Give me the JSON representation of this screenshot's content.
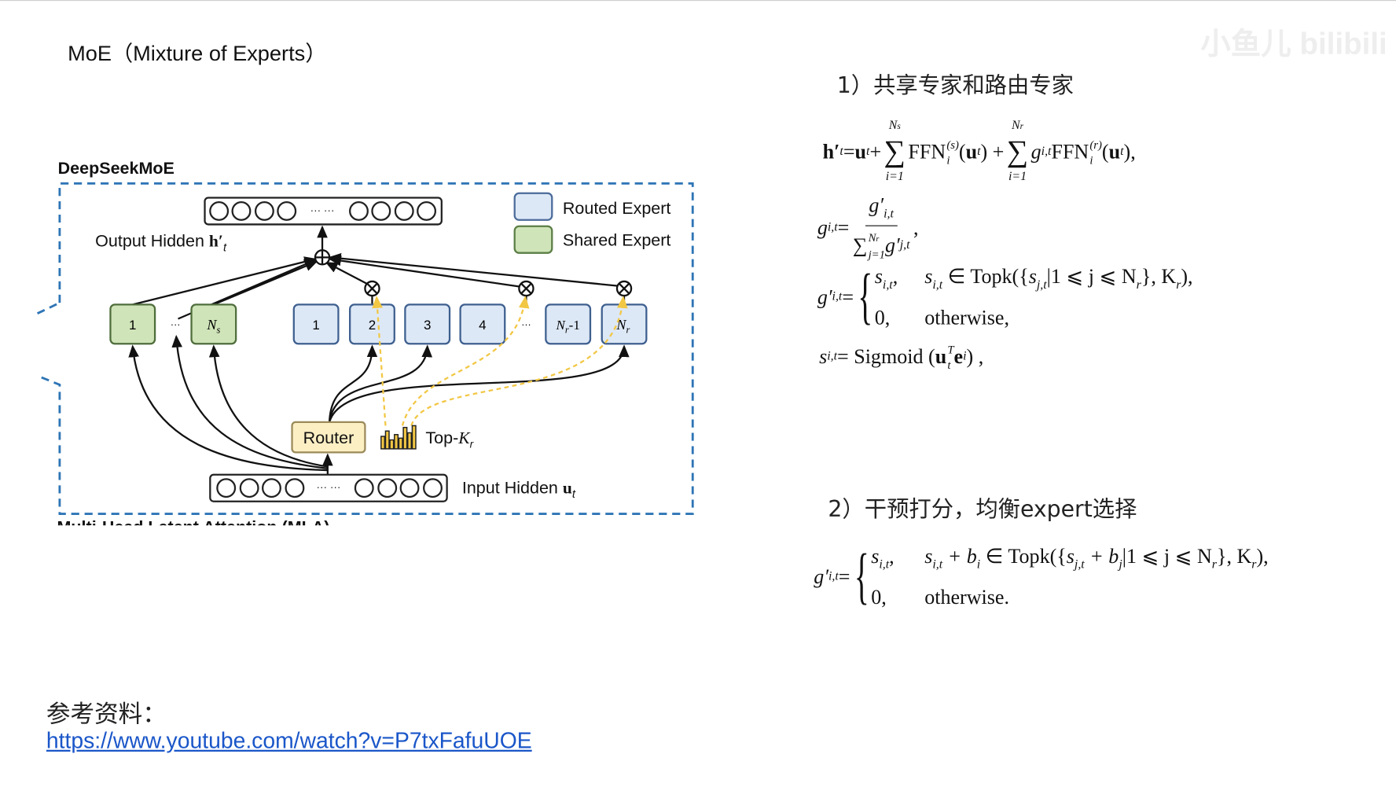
{
  "title": "MoE（Mixture of Experts）",
  "watermark": "小鱼儿 bilibili",
  "diagram": {
    "label": "DeepSeekMoE",
    "bottom_label": "Multi-Head Latent Attention (MLA)",
    "legend": {
      "routed": "Routed Expert",
      "shared": "Shared Expert"
    },
    "output_hidden": {
      "label": "Output Hidden ",
      "symbol": "h′",
      "sub": "t"
    },
    "input_hidden": {
      "label": "Input Hidden ",
      "symbol": "u",
      "sub": "t"
    },
    "dots": "··· ···",
    "ellipsis": "···",
    "shared_experts": [
      "1",
      "N"
    ],
    "shared_last_sub": "s",
    "routed_experts": [
      "1",
      "2",
      "3",
      "4"
    ],
    "routed_tail": {
      "n_minus_1": "N",
      "n_minus_1_sub": "r",
      "n_minus_1_suffix": "-1",
      "n": "N",
      "n_sub": "r"
    },
    "router": "Router",
    "topk": {
      "label": "Top-",
      "k": "K",
      "sub": "r"
    },
    "colors": {
      "routed_fill": "#dde8f6",
      "shared_fill": "#cfe4b8",
      "router_fill": "#fcefc4",
      "border_dash": "#2e75b6",
      "gate_dash": "#f2c744"
    }
  },
  "section1": {
    "title": "1）共享专家和路由专家",
    "eq1": {
      "h": "h′",
      "t": "t",
      "eq": " = ",
      "u": "u",
      "plus": " + ",
      "Ns": "N",
      "Ns_sub": "s",
      "i1": "i=1",
      "ffn": "FFN",
      "s_sup": "(s)",
      "i": "i",
      "open": " (",
      "close": ") + ",
      "Nr": "N",
      "Nr_sub": "r",
      "g": "g",
      "it": "i,t",
      "ffn2": " FFN",
      "r_sup": "(r)",
      "close2": "),"
    },
    "eq2": {
      "g": "g",
      "it": "i,t",
      "eq": " = ",
      "num_g": "g′",
      "num_sub": "i,t",
      "sig": "∑",
      "sup": "N",
      "sup_sub": "r",
      "lower": "j=1",
      "den_g": " g′",
      "den_sub": "j,t",
      "comma": ","
    },
    "eq3": {
      "g": "g′",
      "it": "i,t",
      "eq": " = ",
      "s": "s",
      "s_sub": "i,t",
      "c": ",",
      "cond_s": "s",
      "cond_sub": "i,t",
      "in": " ∈ Topk({",
      "sj": "s",
      "sj_sub": "j,t",
      "range": "|1 ⩽ j ⩽ N",
      "r": "r",
      "end": "}, K",
      "end2": "),",
      "zero": "0,",
      "otherwise": "otherwise,"
    },
    "eq4": {
      "s": "s",
      "s_sub": "i,t",
      "eq": " = Sigmoid (",
      "u": "u",
      "t": "t",
      "T": "T",
      "e": "e",
      "i": "i",
      "end": ") ,"
    }
  },
  "section2": {
    "title": "2）干预打分，均衡expert选择",
    "eq5": {
      "g": "g′",
      "it": "i,t",
      "eq": " = ",
      "s": "s",
      "s_sub": "i,t",
      "c": ",",
      "cond": "s",
      "cond_sub": "i,t",
      "plus_b": " + b",
      "b_sub": "i",
      "in": " ∈ Topk({",
      "sj": "s",
      "sj_sub": "j,t",
      "plus_bj": " + b",
      "bj_sub": "j",
      "range": "|1 ⩽ j ⩽ N",
      "r": "r",
      "end": "}, K",
      "end2": "),",
      "zero": "0,",
      "otherwise": "otherwise."
    }
  },
  "references": {
    "label": "参考资料：",
    "url": "https://www.youtube.com/watch?v=P7txFafuUOE"
  }
}
